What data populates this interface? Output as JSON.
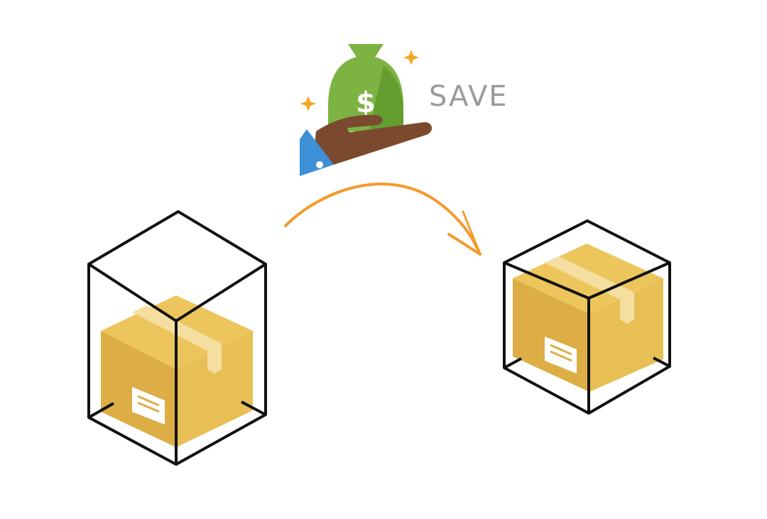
{
  "diagram": {
    "caption": {
      "label": "SAVE",
      "color": "#9a9a9a"
    },
    "icons": {
      "money_bag": "money-bag-icon",
      "dollar_sign": "$",
      "hand": "hand-icon",
      "sparkles": "sparkle-icon",
      "arrow": "curved-arrow-icon"
    },
    "nodes": [
      {
        "id": "large-container",
        "description": "Oversized container with small package inside",
        "icon": "package-in-large-box-icon"
      },
      {
        "id": "fitted-container",
        "description": "Right-sized container fitted to package",
        "icon": "package-in-fitted-box-icon"
      }
    ],
    "colors": {
      "bag_green": "#7cb342",
      "bag_green_dark": "#5f9a2c",
      "hand_brown": "#7b4a2e",
      "cuff_blue": "#3d8fd6",
      "sparkle_orange": "#f5a623",
      "arrow_orange": "#f39a2b",
      "box_yellow": "#e8bf55",
      "box_yellow_dark": "#dcae45",
      "tape": "#f4dfa0",
      "outline": "#111111"
    }
  }
}
